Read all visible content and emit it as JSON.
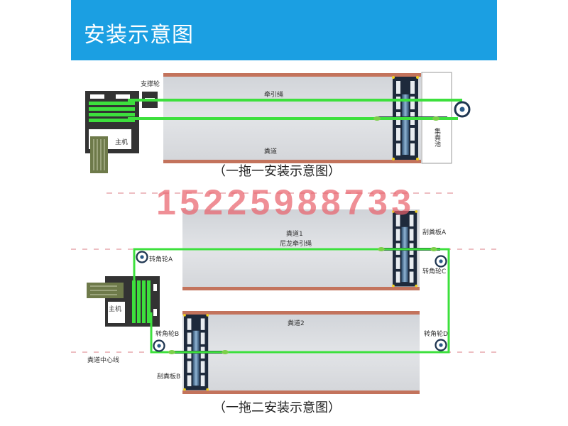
{
  "header": {
    "title": "安装示意图"
  },
  "watermark": "15225988733",
  "diagram1": {
    "support_wheel": "支撑轮",
    "rope": "牵引绳",
    "main_machine": "主机",
    "channel": "粪道",
    "pit": "集粪池",
    "caption": "（一拖一安装示意图）"
  },
  "diagram2": {
    "channel1": "粪道1",
    "channel2": "粪道2",
    "scraper_a": "刮粪板A",
    "scraper_b": "刮粪板B",
    "rope": "尼龙牵引绳",
    "pulley_a": "转角轮A",
    "pulley_b": "转角轮B",
    "pulley_c": "转角轮C",
    "pulley_d": "转角轮D",
    "main_machine": "主机",
    "centerline": "粪道中心线",
    "caption": "（一拖二安装示意图）"
  },
  "colors": {
    "header": "#1b9fe2",
    "rope": "#3de03d",
    "border": "#c3735c",
    "scraper": "#1e2a3c"
  }
}
